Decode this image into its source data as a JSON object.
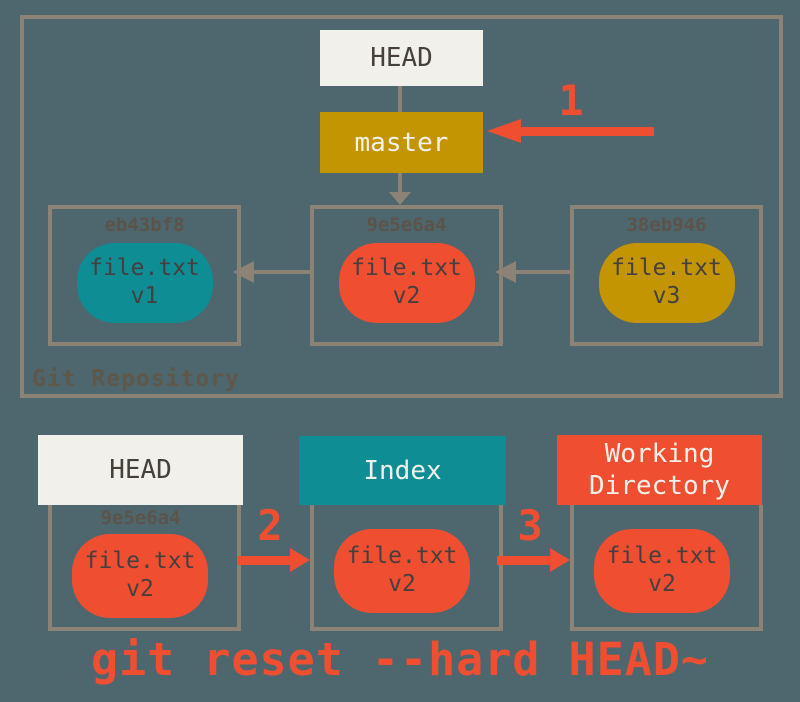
{
  "colors": {
    "background": "#4e676e",
    "outline": "#8c8376",
    "offwhite": "#f2f0ea",
    "gold": "#c49502",
    "teal": "#0e8d95",
    "red_orange": "#f04e31",
    "dark_text": "#45403a",
    "hash_text": "#5c544a"
  },
  "repository": {
    "label": "Git Repository",
    "head_label": "HEAD",
    "branch_label": "master",
    "commits": [
      {
        "hash": "eb43bf8",
        "file": "file.txt",
        "version": "v1"
      },
      {
        "hash": "9e5e6a4",
        "file": "file.txt",
        "version": "v2"
      },
      {
        "hash": "38eb946",
        "file": "file.txt",
        "version": "v3"
      }
    ]
  },
  "steps": {
    "step1": "1",
    "step2": "2",
    "step3": "3"
  },
  "bottom": {
    "head": {
      "label": "HEAD",
      "hash": "9e5e6a4",
      "file": "file.txt",
      "version": "v2"
    },
    "index": {
      "label": "Index",
      "file": "file.txt",
      "version": "v2"
    },
    "working_directory": {
      "label": "Working Directory",
      "file": "file.txt",
      "version": "v2"
    }
  },
  "caption": "git reset --hard HEAD~"
}
